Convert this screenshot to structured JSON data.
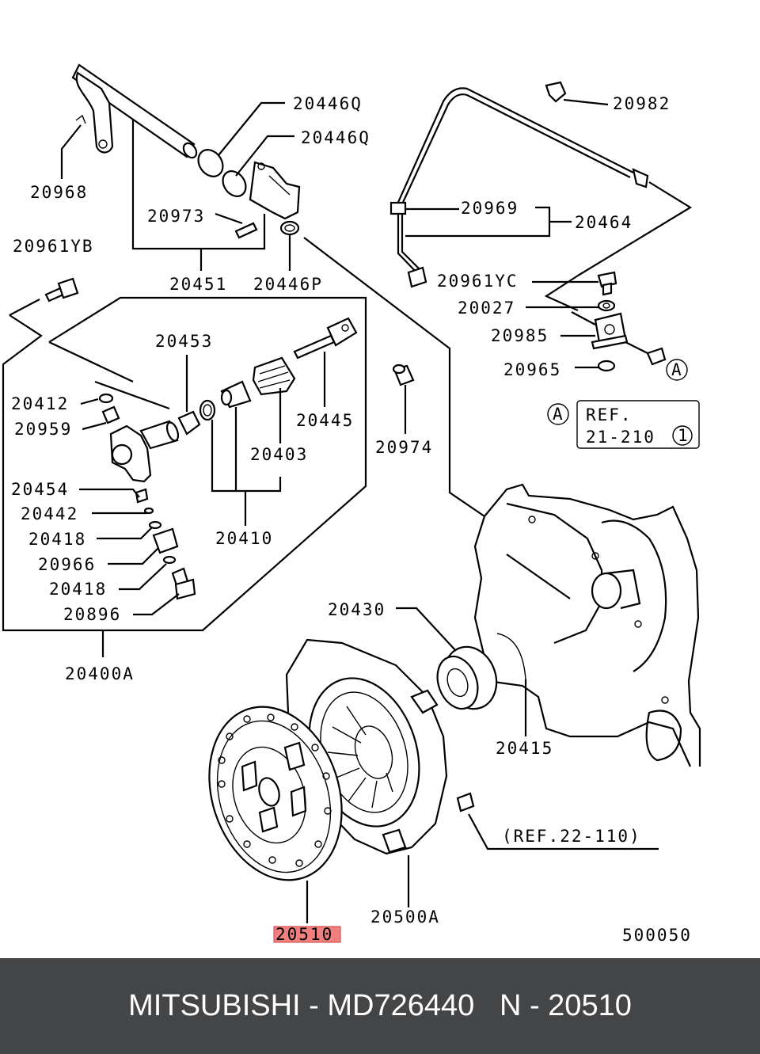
{
  "diagram": {
    "labels": {
      "p20446q_a": "20446Q",
      "p20446q_b": "20446Q",
      "p20968": "20968",
      "p20973": "20973",
      "p20961yb": "20961YB",
      "p20451": "20451",
      "p20446p": "20446P",
      "p20982": "20982",
      "p20969": "20969",
      "p20464": "20464",
      "p20961yc": "20961YC",
      "p20027": "20027",
      "p20985": "20985",
      "p20965": "20965",
      "circle_a_1": "A",
      "circle_a_2": "A",
      "ref_label": "REF.",
      "ref_number": "21-210",
      "ref_circle": "1",
      "p20453": "20453",
      "p20412": "20412",
      "p20959": "20959",
      "p20445": "20445",
      "p20403": "20403",
      "p20974": "20974",
      "p20454": "20454",
      "p20442": "20442",
      "p20418_a": "20418",
      "p20410": "20410",
      "p20966": "20966",
      "p20418_b": "20418",
      "p20896": "20896",
      "p20400a": "20400A",
      "p20430": "20430",
      "p20415": "20415",
      "ref_22": "(REF.22-110)",
      "p20500a": "20500A",
      "p20510": "20510",
      "diagram_code": "500050"
    },
    "highlight_color": "#f08080"
  },
  "footer": {
    "text": "MITSUBISHI - MD726440   N - 20510",
    "background": "#444547"
  }
}
